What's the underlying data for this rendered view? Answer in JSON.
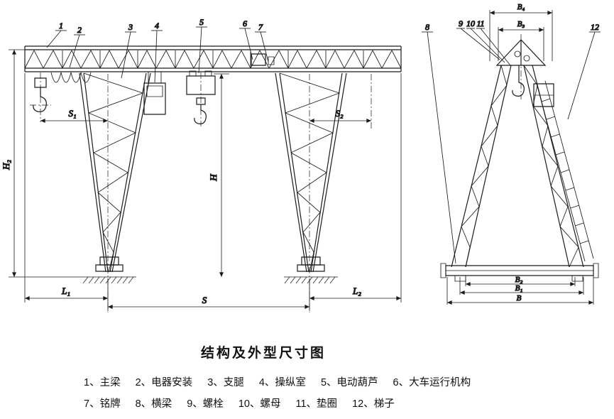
{
  "title": "结构及外型尺寸图",
  "legend": {
    "items": [
      "1、主梁",
      "2、电器安装",
      "3、支腿",
      "4、操纵室",
      "5、电动葫芦",
      "6、大车运行机构",
      "7、铭牌",
      "8、横梁",
      "9、螺栓",
      "10、螺母",
      "11、垫圈",
      "12、梯子"
    ]
  },
  "callouts": {
    "c1": "1",
    "c2": "2",
    "c3": "3",
    "c4": "4",
    "c5": "5",
    "c6": "6",
    "c7": "7",
    "c8": "8",
    "c9": "9",
    "c10": "10",
    "c11": "11",
    "c12": "12"
  },
  "dims": {
    "h2": "H₂",
    "h": "H",
    "s1": "S₁",
    "s2": "S₂",
    "l1": "L₁",
    "s": "S",
    "l2": "L₂",
    "b4": "B₄",
    "b3": "B₃",
    "b2": "B₂",
    "b1": "B₁",
    "b": "B"
  },
  "colors": {
    "ink": "#1b1b1b",
    "paper": "#ffffff"
  }
}
